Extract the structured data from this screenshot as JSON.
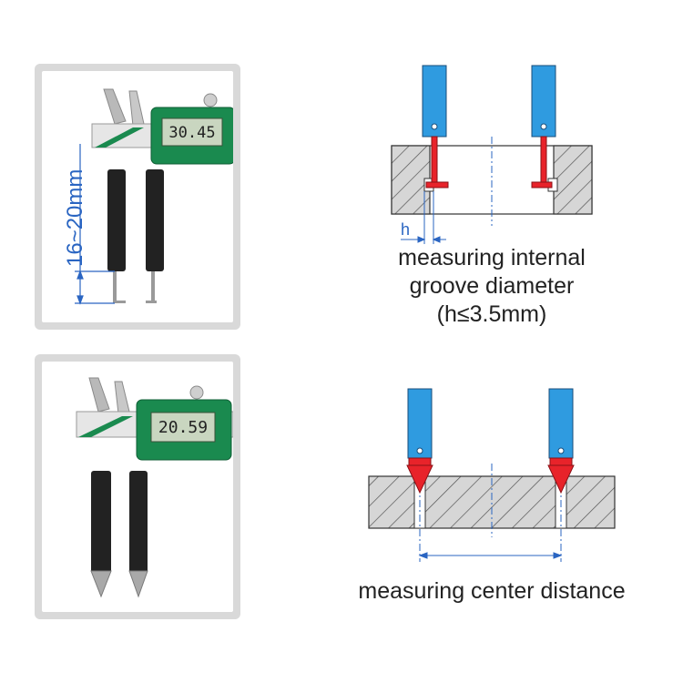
{
  "panels": {
    "internal_groove": {
      "display_reading": "30.45",
      "dimension_label": "16~20mm",
      "h_label": "h",
      "caption_lines": [
        "measuring internal",
        "groove diameter",
        "(h≤3.5mm)"
      ]
    },
    "center_distance": {
      "display_reading": "20.59",
      "caption": "measuring center distance"
    }
  },
  "colors": {
    "probe_blue": "#2f9be0",
    "tip_red": "#e8232a",
    "hatch_fill": "#d6d6d6",
    "caliper_green": "#1a8a4f",
    "dimension_blue": "#2a65c2"
  }
}
